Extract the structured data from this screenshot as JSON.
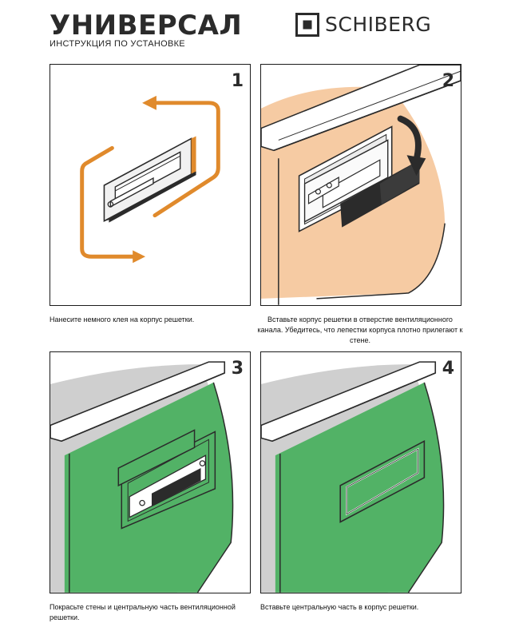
{
  "header": {
    "title": "УНИВЕРСАЛ",
    "subtitle": "ИНСТРУКЦИЯ ПО УСТАНОВКЕ",
    "brand": "SCHIBERG"
  },
  "steps": [
    {
      "number": "1",
      "caption": "Нанесите немного клея на корпус решетки."
    },
    {
      "number": "2",
      "caption": "Вставьте корпус решетки в отверстие вентиляционного канала. Убедитесь, что лепестки корпуса плотно прилегают к стене."
    },
    {
      "number": "3",
      "caption": "Покрасьте стены и центральную часть вентиляционной решетки."
    },
    {
      "number": "4",
      "caption": "Вставьте центральную часть в корпус решетки."
    }
  ],
  "colors": {
    "orange": "#e08a2c",
    "peach": "#f6cba3",
    "green": "#52b266",
    "gray": "#cfcfcf",
    "dark": "#2b2b2b"
  }
}
